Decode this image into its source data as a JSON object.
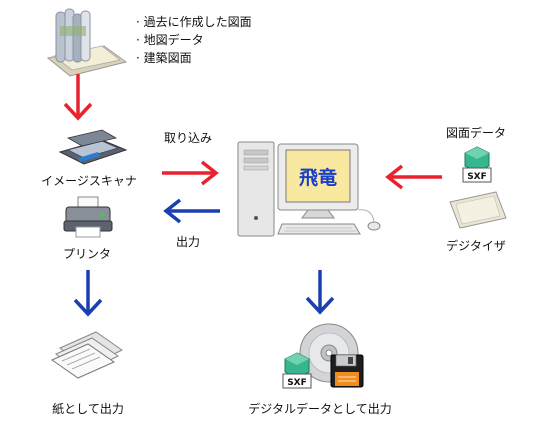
{
  "sources": [
    "過去に作成した図面",
    "地図データ",
    "建築図面"
  ],
  "labels": {
    "scanner": "イメージスキャナ",
    "printer": "プリンタ",
    "paper_output": "紙として出力",
    "import": "取り込み",
    "output": "出力",
    "drawing_data": "図面データ",
    "digitizer": "デジタイザ",
    "digital_output": "デジタルデータとして出力",
    "monitor_brand": "飛竜",
    "sxf": "SXF"
  },
  "colors": {
    "red_arrow": "#e8232f",
    "blue_arrow": "#1a3fb0",
    "monitor_screen": "#f8e8a0",
    "sxf_cube": "#37b58e"
  },
  "icons": [
    "document-stack-icon",
    "scanner-icon",
    "printer-icon",
    "paper-output-icon",
    "computer-icon",
    "sxf-file-icon",
    "digitizer-tablet-icon",
    "cd-disc-icon",
    "floppy-disk-icon"
  ]
}
